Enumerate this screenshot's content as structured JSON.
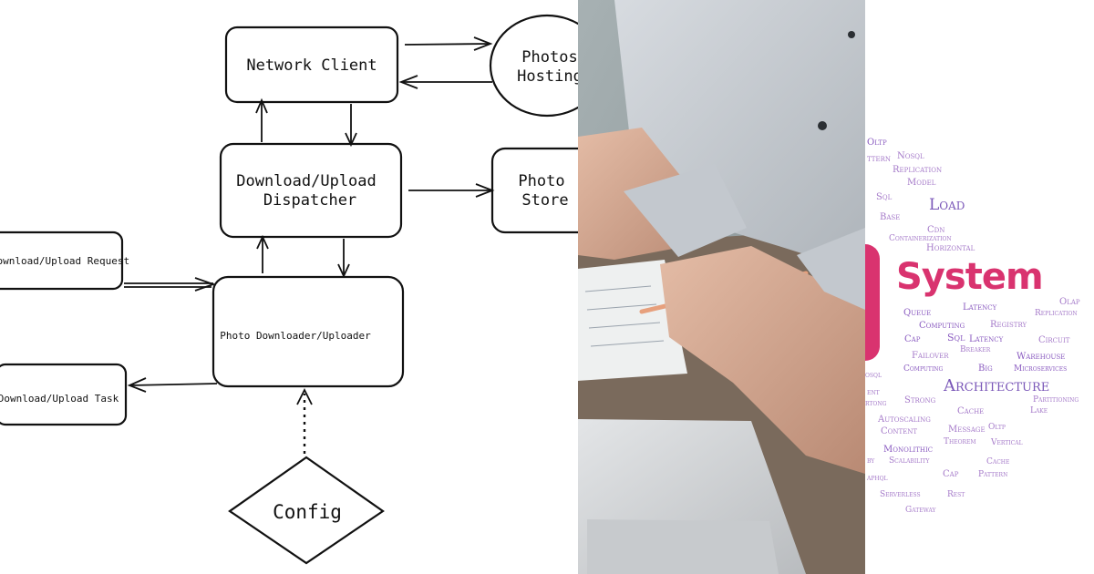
{
  "diagram": {
    "nodes": {
      "network_client": "Network Client",
      "photos_hosting": [
        "Photos",
        "Hosting"
      ],
      "dispatcher": [
        "Download/Upload",
        "Dispatcher"
      ],
      "photo_store": [
        "Photo",
        "Store"
      ],
      "request": "Download/Upload Request",
      "downloader": "Photo Downloader/Uploader",
      "task": "Download/Upload Task",
      "config": "Config"
    }
  },
  "photo": {
    "description_icon": "hands-with-pen-icon",
    "colors": {
      "shirt": "#c9ced3",
      "skin": "#d8aa92",
      "desk": "#7a6a5c",
      "paper": "#eef0f0",
      "laptop": "#d7d9db"
    }
  },
  "word_cloud": {
    "accent": "#d9336f",
    "word_color": "#8a5bc0",
    "words": [
      "Oltp",
      "ttern",
      "Nosql",
      "Replication",
      "Model",
      "Sql",
      "Load",
      "Base",
      "Cdn",
      "Containerization",
      "Horizontal",
      "System",
      "Latency",
      "Olap",
      "Replication",
      "Queue",
      "Registry",
      "Computing",
      "Cap",
      "Sql",
      "Latency",
      "Circuit",
      "Breaker",
      "Failover",
      "Warehouse",
      "Computing",
      "Big",
      "Microservices",
      "osql",
      "Architecture",
      "ent",
      "Strong",
      "rtong",
      "Partitioning",
      "Cache",
      "Lake",
      "Autoscaling",
      "Content",
      "Message",
      "Oltp",
      "Theorem",
      "Vertical",
      "Monolithic",
      "by",
      "Scalability",
      "Cache",
      "Cap",
      "Pattern",
      "aphql",
      "Serverless",
      "Rest",
      "Gateway"
    ]
  }
}
